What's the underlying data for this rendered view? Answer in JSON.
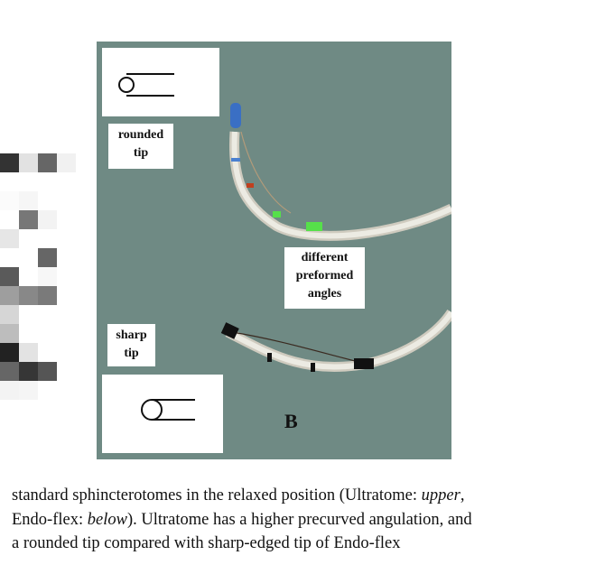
{
  "figure": {
    "panel_letter": "B",
    "labels": {
      "rounded_tip": [
        "rounded",
        "tip"
      ],
      "sharp_tip": [
        "sharp",
        "tip"
      ],
      "angles": [
        "different",
        "preformed",
        "angles"
      ]
    },
    "colors": {
      "background": "#6f8a84",
      "catheter": "#e8e6dc",
      "blue_tip": "#3a6fc4",
      "green_mark": "#56e04a",
      "red_mark": "#c0401e"
    }
  },
  "caption": {
    "line1_pre": "standard sphincterotomes in the relaxed position (Ultratome: ",
    "line1_em": "upper",
    "line1_post": ",",
    "line2_pre": "Endo-flex: ",
    "line2_em": "below",
    "line2_post": "). Ultratome has a higher precurved angulation, and",
    "line3": "a rounded tip compared with sharp-edged tip of Endo-flex"
  }
}
